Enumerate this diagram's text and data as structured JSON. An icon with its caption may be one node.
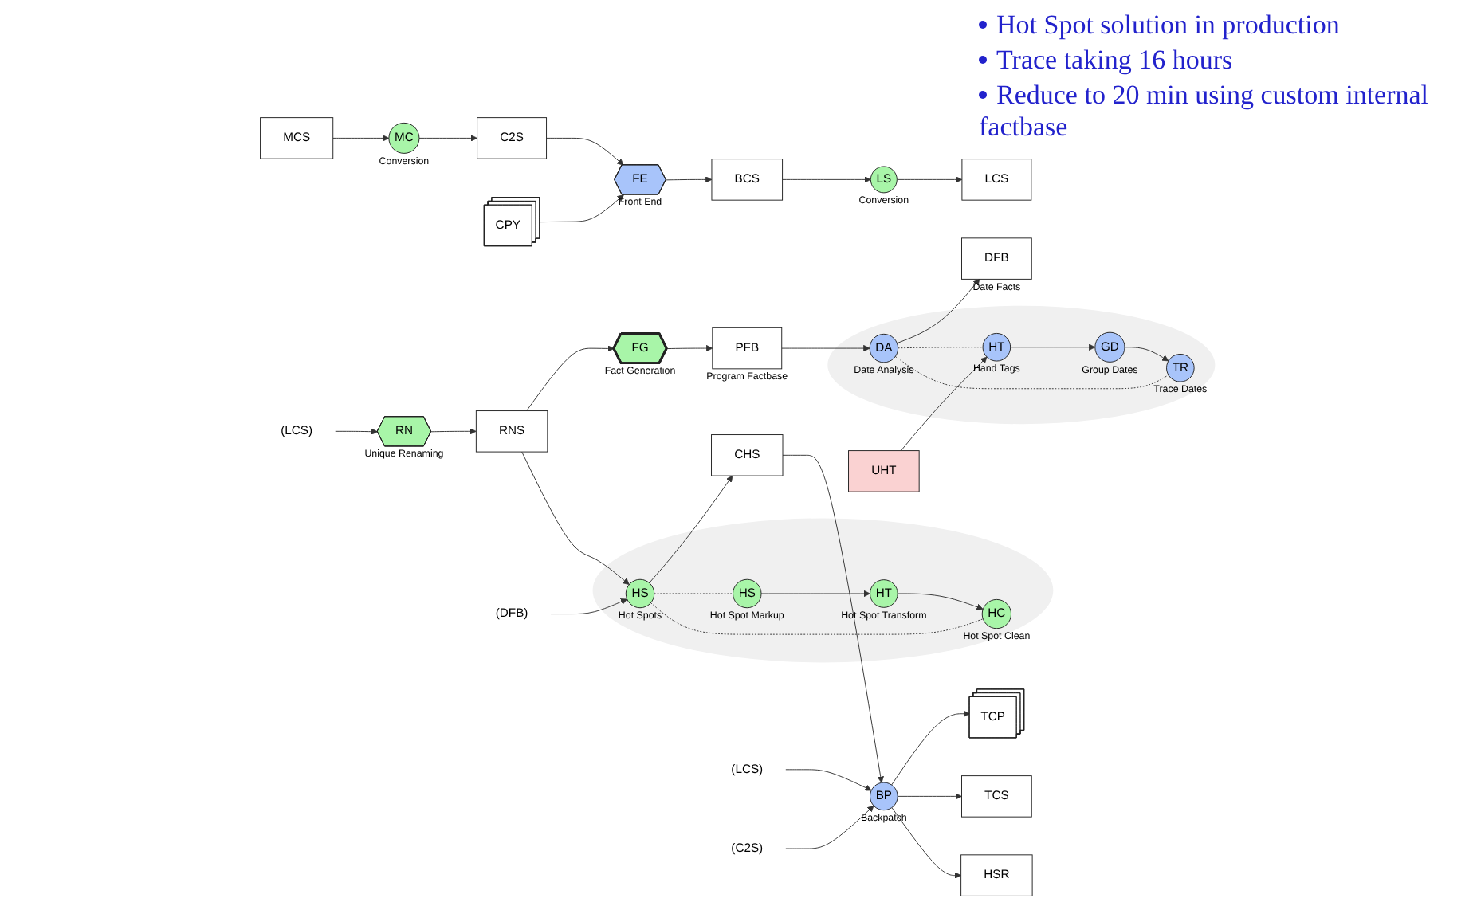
{
  "diagram": {
    "nodes": [
      {
        "text": [
          "MCS"
        ]
      },
      {
        "text": [
          "MC"
        ],
        "beside": [
          "Conversion"
        ]
      },
      {
        "text": [
          "C2S"
        ]
      },
      {
        "text": [
          "FE"
        ],
        "beside": [
          "Front End"
        ]
      },
      {
        "text": [
          "CPY"
        ]
      },
      {
        "text": [
          "BCS"
        ]
      },
      {
        "text": [
          "LS"
        ],
        "beside": [
          "Conversion"
        ]
      },
      {
        "text": [
          "LCS"
        ]
      },
      {
        "text": [
          "(LCS)"
        ]
      },
      {
        "text": [
          "RN"
        ],
        "beside": [
          "Unique Renaming"
        ]
      },
      {
        "text": [
          "RNS"
        ]
      },
      {
        "text": [
          "FG"
        ],
        "beside": [
          "Fact Generation"
        ]
      },
      {
        "text": [
          "PFB"
        ],
        "beside": [
          "Program Factbase"
        ]
      },
      {
        "text": [],
        "shape": "ellipse"
      },
      {
        "text": [
          "DA"
        ],
        "beside": [
          "Date Analysis"
        ],
        "in": 13
      },
      {
        "text": [
          "DFB"
        ],
        "beside": [
          "Date Facts"
        ]
      },
      {
        "text": [
          "UHT"
        ]
      },
      {
        "text": [
          "HT"
        ],
        "beside": [
          "Hand Tags"
        ],
        "in": 13
      },
      {
        "text": [
          "GD"
        ],
        "beside": [
          "Group Dates"
        ],
        "in": 13
      },
      {
        "text": [
          "TR"
        ],
        "beside": [
          "Trace Dates"
        ],
        "in": 13
      },
      {
        "text": [
          "(DFB)"
        ]
      },
      {
        "text": [],
        "shape": "ellipse"
      },
      {
        "text": [
          "HS"
        ],
        "beside": [
          "Hot Spots"
        ],
        "in": 21
      },
      {
        "text": [
          "CHS"
        ]
      },
      {
        "text": [
          "BP"
        ],
        "beside": [
          "Backpatch"
        ]
      },
      {
        "text": [
          "(LCS)"
        ]
      },
      {
        "text": [
          "(C2S)"
        ]
      },
      {
        "text": [
          "TCP"
        ]
      },
      {
        "text": [
          "TCS"
        ]
      },
      {
        "text": [
          "HSR"
        ]
      },
      {
        "text": [
          "HS"
        ],
        "beside": [
          "Hot Spot Markup"
        ],
        "in": 21
      },
      {
        "text": [
          "HT"
        ],
        "beside": [
          "Hot Spot Transform"
        ],
        "in": 21
      },
      {
        "text": [
          "HC"
        ],
        "beside": [
          "Hot Spot Clean"
        ],
        "in": 21
      }
    ],
    "edges": [
      {
        "from": 0,
        "to": 1,
        "arrow": "to"
      },
      {
        "from": 1,
        "to": 2,
        "arrow": "to"
      },
      {
        "from": 2,
        "to": 3,
        "arrow": "to"
      },
      {
        "from": 4,
        "to": 3,
        "arrow": "to"
      },
      {
        "from": 3,
        "to": 5,
        "arrow": "to"
      },
      {
        "from": 5,
        "to": 6,
        "arrow": "to"
      },
      {
        "from": 6,
        "to": 7,
        "arrow": "to"
      },
      {
        "from": 8,
        "to": 9,
        "arrow": "to"
      },
      {
        "from": 9,
        "to": 10,
        "arrow": "to"
      },
      {
        "from": 10,
        "to": 11,
        "arrow": "to"
      },
      {
        "from": 11,
        "to": 12,
        "arrow": "to"
      },
      {
        "from": 12,
        "to": 14,
        "arrow": "to"
      },
      {
        "from": 14,
        "to": 15,
        "arrow": "to"
      },
      {
        "from": 14,
        "to": 17,
        "arrow": "none",
        "style": "dashed"
      },
      {
        "from": 14,
        "to": 19,
        "arrow": "none",
        "style": "dashed"
      },
      {
        "from": 16,
        "to": 17,
        "arrow": "to"
      },
      {
        "from": 17,
        "to": 18,
        "arrow": "to"
      },
      {
        "from": 18,
        "to": 19,
        "arrow": "to"
      },
      {
        "from": 10,
        "to": 22,
        "arrow": "to"
      },
      {
        "from": 20,
        "to": 22,
        "arrow": "to"
      },
      {
        "from": 22,
        "to": 23,
        "arrow": "to"
      },
      {
        "from": 23,
        "to": 24,
        "arrow": "to"
      },
      {
        "from": 25,
        "to": 24,
        "arrow": "to"
      },
      {
        "from": 26,
        "to": 24,
        "arrow": "to"
      },
      {
        "from": 24,
        "to": 27,
        "arrow": "to"
      },
      {
        "from": 24,
        "to": 28,
        "arrow": "to"
      },
      {
        "from": 24,
        "to": 29,
        "arrow": "to"
      },
      {
        "from": 22,
        "to": 30,
        "arrow": "none",
        "style": "dashed"
      },
      {
        "from": 22,
        "to": 32,
        "arrow": "none",
        "style": "dashed"
      },
      {
        "from": 30,
        "to": 31,
        "arrow": "to"
      },
      {
        "from": 31,
        "to": 32,
        "arrow": "to"
      }
    ],
    "labels": [
      "Hot Spot solution in production",
      "Trace taking 16 hours",
      "Reduce to 20 min using custom internal factbase"
    ]
  }
}
